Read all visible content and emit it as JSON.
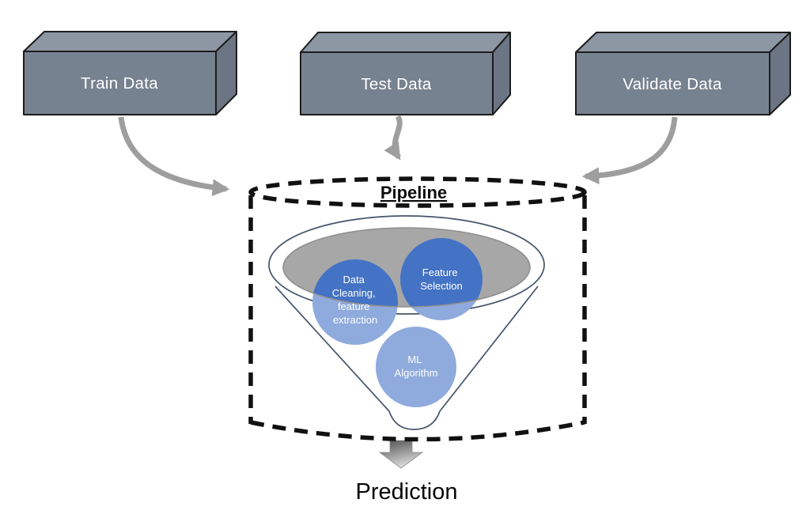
{
  "diagram": {
    "sources": [
      {
        "label": "Train Data"
      },
      {
        "label": "Test Data"
      },
      {
        "label": "Validate Data"
      }
    ],
    "pipeline": {
      "title": "Pipeline"
    },
    "stages": [
      {
        "id": "data-cleaning",
        "lines": [
          "Data",
          "Cleaning,",
          "feature",
          "extraction"
        ]
      },
      {
        "id": "feature-selection",
        "lines": [
          "Feature",
          "Selection"
        ]
      },
      {
        "id": "ml-algorithm",
        "lines": [
          "ML",
          "Algorithm"
        ]
      }
    ],
    "output": {
      "label": "Prediction"
    }
  },
  "colors": {
    "box_top": "#8d97a4",
    "box_front": "#778290",
    "box_side": "#6b7583",
    "arrow_gray": "#9e9e9e",
    "dash_black": "#111111",
    "funnel_stroke": "#44546a",
    "gray_fill": "#a7a7a7",
    "blue_dark": "#4472c4",
    "blue_light": "#8faadc"
  }
}
